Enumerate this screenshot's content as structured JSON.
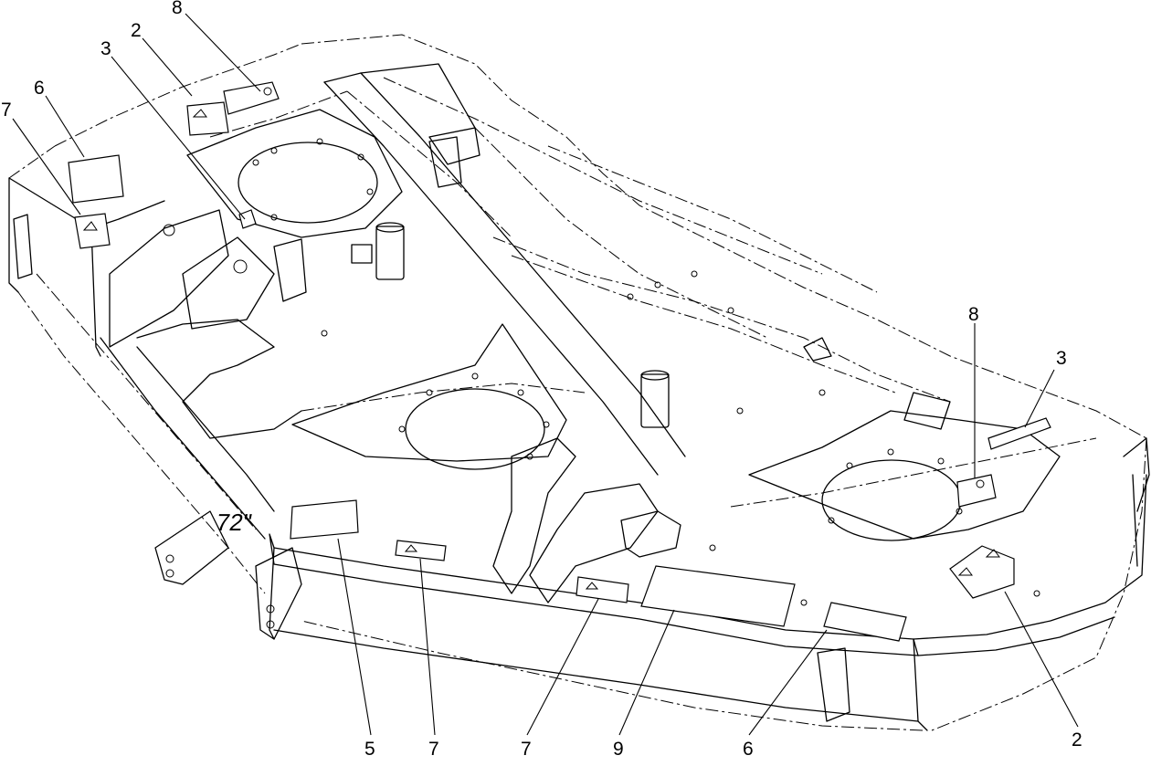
{
  "diagram": {
    "callouts": [
      "8",
      "2",
      "3",
      "6",
      "7",
      "8",
      "3",
      "5",
      "7",
      "7",
      "9",
      "6",
      "2"
    ],
    "size_decal_text": "72\""
  }
}
